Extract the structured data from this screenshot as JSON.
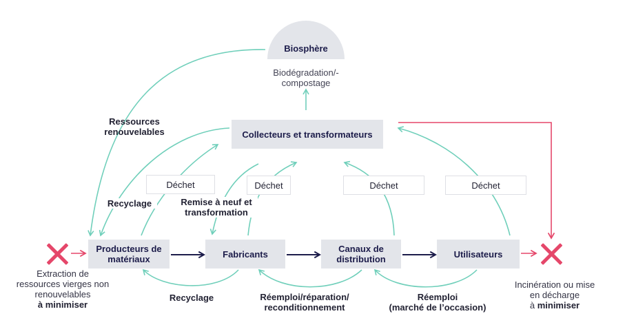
{
  "nodes": {
    "biosphere": "Biosphère",
    "collecteurs": "Collecteurs et transformateurs",
    "producteurs": "Producteurs de\nmatériaux",
    "fabricants": "Fabricants",
    "canaux": "Canaux de\ndistribution",
    "utilisateurs": "Utilisateurs"
  },
  "labels": {
    "biodegradation": "Biodégradation/-\ncompostage",
    "ressources_renouvelables": "Ressources\nrenouvelables",
    "dechet_1": "Déchet",
    "dechet_2": "Déchet",
    "dechet_3": "Déchet",
    "dechet_4": "Déchet",
    "recyclage_top": "Recyclage",
    "remise_a_neuf": "Remise à neuf et\ntransformation",
    "recyclage_bottom": "Recyclage",
    "reemploi_reparation": "Réemploi/réparation/\nreconditionnement",
    "reemploi": "Réemploi\n(marché de l’occasion)",
    "extraction_text": "Extraction de\nressources vierges non\nrenouvelables",
    "extraction_bold": "à minimiser",
    "incineration_text": "Incinération ou mise\nen décharge",
    "incineration_bold_prefix": "à ",
    "incineration_bold": "minimiser"
  },
  "colors": {
    "teal": "#6fcfba",
    "navy": "#1c1c4a",
    "pink": "#e5476a",
    "box": "#e3e5ea"
  },
  "icons": [
    "cross-icon-left",
    "cross-icon-right"
  ]
}
